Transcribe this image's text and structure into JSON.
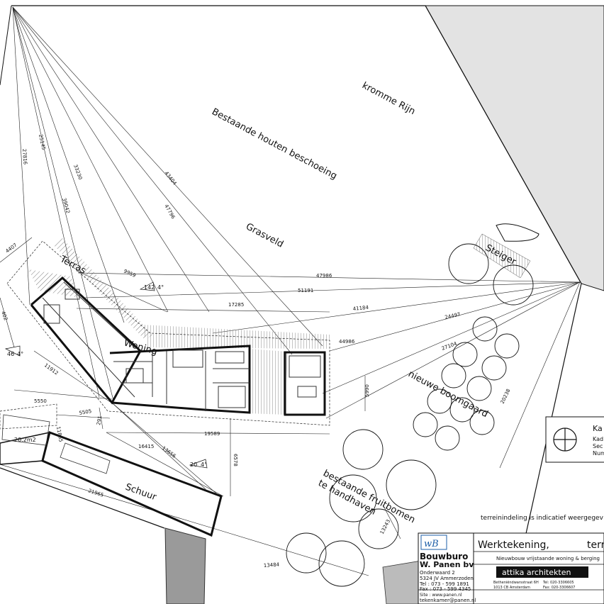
{
  "labels": {
    "river": "kromme Rijn",
    "shoring": "Bestaande houten beschoeing",
    "lawn": "Grasveld",
    "jetty": "Steiger",
    "terrace": "Terras",
    "house": "Woning",
    "orchard": "nieuwe boomgaard",
    "fruit_trees_1": "bestaande fruitbomen",
    "fruit_trees_2": "te handhaven",
    "barn": "Schuur",
    "indicative": "terreinindeling is indicatief weergegev",
    "area_barn": "20.2m2"
  },
  "dimensions": {
    "d_27816": "27816",
    "d_25145": "25145",
    "d_33230": "33230",
    "d_39042": "39042",
    "d_43404": "43404",
    "d_47796": "47796",
    "d_47986": "47986",
    "d_51191": "51191",
    "d_41184": "41184",
    "d_24497": "24497",
    "d_27104": "27104",
    "d_44986": "44986",
    "d_17285": "17285",
    "d_9959": "9959",
    "d_4407": "4407",
    "d_402": "402",
    "d_11912": "11912",
    "d_5550": "5550",
    "d_5505": "5505",
    "d_19589": "19589",
    "d_16415": "16415",
    "d_13656": "13656",
    "d_6578": "6578",
    "d_21965": "21965",
    "d_20238": "20238",
    "d_5990": "5990",
    "d_13484": "13484",
    "d_13243": "13243",
    "d_291": "291",
    "d_11865": "11865",
    "angle_142": "142",
    "angle_142_min": "4°",
    "angle_46": "46",
    "angle_46_min": "4°",
    "angle_20": "20",
    "angle_20_min": "4°"
  },
  "legend": {
    "line1": "Ka",
    "line2": "Kad",
    "line3": "Sec",
    "line4": "Num"
  },
  "title_block": {
    "company_line1": "Bouwburo",
    "company_line2": "W. Panen bv",
    "address1": "Onderwaard   2",
    "address2": "5324 JV   Ammerzoden",
    "tel": "Tel : 073 - 599 1891",
    "fax": "Fax : 073 - 599 4345",
    "site": "Site :            www.panen.nl",
    "email": "tekenkamer@panen.nl",
    "drawing_title": "Werktekening,",
    "drawing_title2": "terrei",
    "project": "Nieuwbouw vrijstaande woning & berging",
    "architect": "attika architekten",
    "arch_address1": "Betheniëndwarsstraat 6H",
    "arch_address2": "1013 CB Amsterdam",
    "arch_tel": "Tel:  020-3306605",
    "arch_fax": "Fax:  020-3306607"
  },
  "colors": {
    "river": "#e3e3e3",
    "road": "#9a9a9a",
    "ink": "#111111"
  }
}
